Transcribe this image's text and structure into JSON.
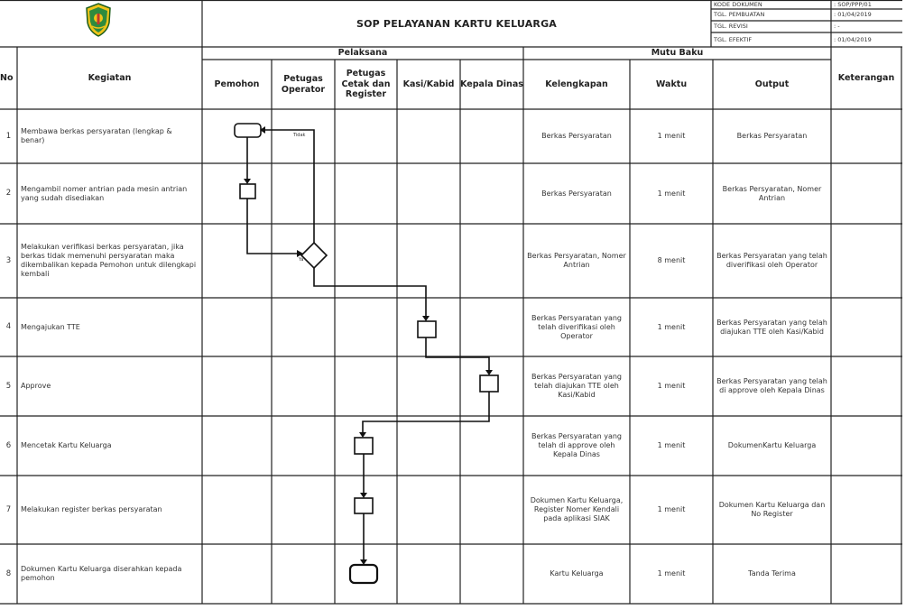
{
  "document": {
    "title": "SOP PELAYANAN KARTU KELUARGA",
    "logo": "regional-crest-icon",
    "meta": [
      {
        "label": "KODE DOKUMEN",
        "value": ": SOP/PPP/01"
      },
      {
        "label": "TGL. PEMBUATAN",
        "value": ": 01/04/2019"
      },
      {
        "label": "TGL. REVISI",
        "value": ": -"
      },
      {
        "label": "TGL. EFEKTIF",
        "value": ": 01/04/2019"
      }
    ]
  },
  "headers": {
    "no": "No",
    "kegiatan": "Kegiatan",
    "pelaksana": "Pelaksana",
    "mutu_baku": "Mutu Baku",
    "keterangan": "Keterangan",
    "actors": [
      "Pemohon",
      "Petugas Operator",
      "Petugas Cetak dan Register",
      "Kasi/Kabid",
      "Kepala Dinas"
    ],
    "mutu": [
      "Kelengkapan",
      "Waktu",
      "Output"
    ]
  },
  "rows": [
    {
      "no": "1",
      "kegiatan": "Membawa berkas persyaratan (lengkap & benar)",
      "kelengkapan": "Berkas Persyaratan",
      "waktu": "1 menit",
      "output": "Berkas Persyaratan"
    },
    {
      "no": "2",
      "kegiatan": "Mengambil nomer antrian pada mesin antrian yang sudah disediakan",
      "kelengkapan": "Berkas Persyaratan",
      "waktu": "1 menit",
      "output": "Berkas Persyaratan, Nomer Antrian"
    },
    {
      "no": "3",
      "kegiatan": "Melakukan verifikasi berkas persyaratan, jika berkas tidak memenuhi persyaratan maka dikembalikan kepada Pemohon untuk dilengkapi kembali",
      "kelengkapan": "Berkas Persyaratan, Nomer Antrian",
      "waktu": "8 menit",
      "output": "Berkas Persyaratan yang telah diverifikasi oleh Operator"
    },
    {
      "no": "4",
      "kegiatan": "Mengajukan TTE",
      "kelengkapan": "Berkas Persyaratan yang telah diverifikasi oleh Operator",
      "waktu": "1 menit",
      "output": "Berkas Persyaratan yang telah diajukan TTE oleh Kasi/Kabid"
    },
    {
      "no": "5",
      "kegiatan": "Approve",
      "kelengkapan": "Berkas Persyaratan yang telah diajukan TTE oleh Kasi/Kabid",
      "waktu": "1 menit",
      "output": "Berkas Persyaratan yang telah di approve oleh Kepala Dinas"
    },
    {
      "no": "6",
      "kegiatan": "Mencetak Kartu Keluarga",
      "kelengkapan": "Berkas Persyaratan yang telah di approve oleh Kepala Dinas",
      "waktu": "1 menit",
      "output": "DokumenKartu Keluarga"
    },
    {
      "no": "7",
      "kegiatan": "Melakukan register berkas persyaratan",
      "kelengkapan": "Dokumen Kartu Keluarga, Register Nomer Kendali pada aplikasi SIAK",
      "waktu": "1 menit",
      "output": "Dokumen Kartu Keluarga dan No Register"
    },
    {
      "no": "8",
      "kegiatan": "Dokumen Kartu Keluarga diserahkan kepada pemohon",
      "kelengkapan": "Kartu Keluarga",
      "waktu": "1 menit",
      "output": "Tanda Terima"
    }
  ],
  "flow": {
    "label_no": "Tidak",
    "label_yes": "Ya",
    "nodes": [
      {
        "row": 0,
        "col": 0,
        "shape": "terminator"
      },
      {
        "row": 1,
        "col": 0,
        "shape": "process"
      },
      {
        "row": 2,
        "col": 1,
        "shape": "decision"
      },
      {
        "row": 3,
        "col": 3,
        "shape": "process"
      },
      {
        "row": 4,
        "col": 4,
        "shape": "process"
      },
      {
        "row": 5,
        "col": 2,
        "shape": "process"
      },
      {
        "row": 6,
        "col": 2,
        "shape": "process"
      },
      {
        "row": 7,
        "col": 2,
        "shape": "terminator"
      }
    ]
  }
}
